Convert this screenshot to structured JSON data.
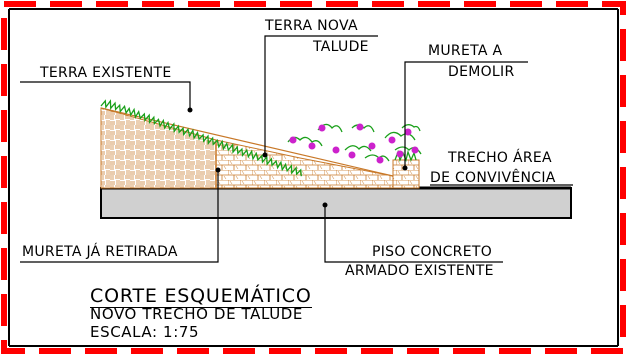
{
  "labels": {
    "terra_nova_line1": "TERRA NOVA",
    "terra_nova_line2": "TALUDE",
    "mureta_demolir_line1": "MURETA A",
    "mureta_demolir_line2": "DEMOLIR",
    "terra_existente": "TERRA EXISTENTE",
    "trecho_line1": "TRECHO ÁREA",
    "trecho_line2": "DE CONVIVÊNCIA",
    "mureta_retirada": "MURETA JÁ RETIRADA",
    "piso_line1": "PISO CONCRETO",
    "piso_line2": "ARMADO EXISTENTE"
  },
  "title_block": {
    "title": "CORTE ESQUEMÁTICO",
    "subtitle": "NOVO TRECHO DE TALUDE",
    "scale": "ESCALA: 1:75"
  },
  "colors": {
    "frame_dash": "#ff0000",
    "earth_hatch": "#c87828",
    "slab_fill": "#d0d0d0",
    "grass": "#1aa01a",
    "flower": "#cc22cc"
  }
}
